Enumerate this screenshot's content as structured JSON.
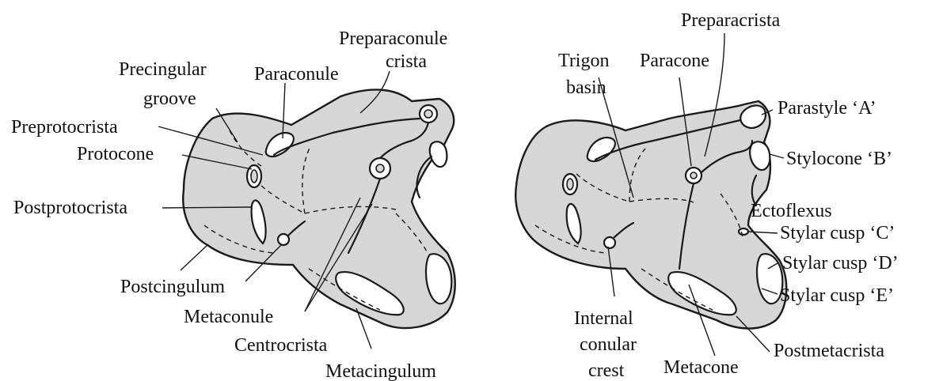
{
  "left_tooth": {
    "labels": {
      "preparaconule_crista": [
        "Preparaconule",
        "crista"
      ],
      "precingular_groove": [
        "Precingular",
        "groove"
      ],
      "paraconule": "Paraconule",
      "preprotocrista": "Preprotocrista",
      "protocone": "Protocone",
      "postprotocrista": "Postprotocrista",
      "postcingulum": "Postcingulum",
      "metaconule": "Metaconule",
      "centrocrista": "Centrocrista",
      "metacingulum": "Metacingulum"
    }
  },
  "right_tooth": {
    "labels": {
      "preparacrista": "Preparacrista",
      "trigon_basin": [
        "Trigon",
        "basin"
      ],
      "paracone": "Paracone",
      "parastyle": "Parastyle ‘A’",
      "stylocone": "Stylocone ‘B’",
      "ectoflexus": "Ectoflexus",
      "stylar_cusp_c": "Stylar cusp ‘C’",
      "stylar_cusp_d": "Stylar cusp ‘D’",
      "stylar_cusp_e": "Stylar cusp ‘E’",
      "internal_conular_crest": [
        "Internal",
        "conular",
        "crest"
      ],
      "metacone": "Metacone",
      "postmetacrista": "Postmetacrista"
    }
  },
  "colors": {
    "tooth_fill": "#d6d6d6",
    "line": "#1a1a1a",
    "text": "#111111"
  }
}
